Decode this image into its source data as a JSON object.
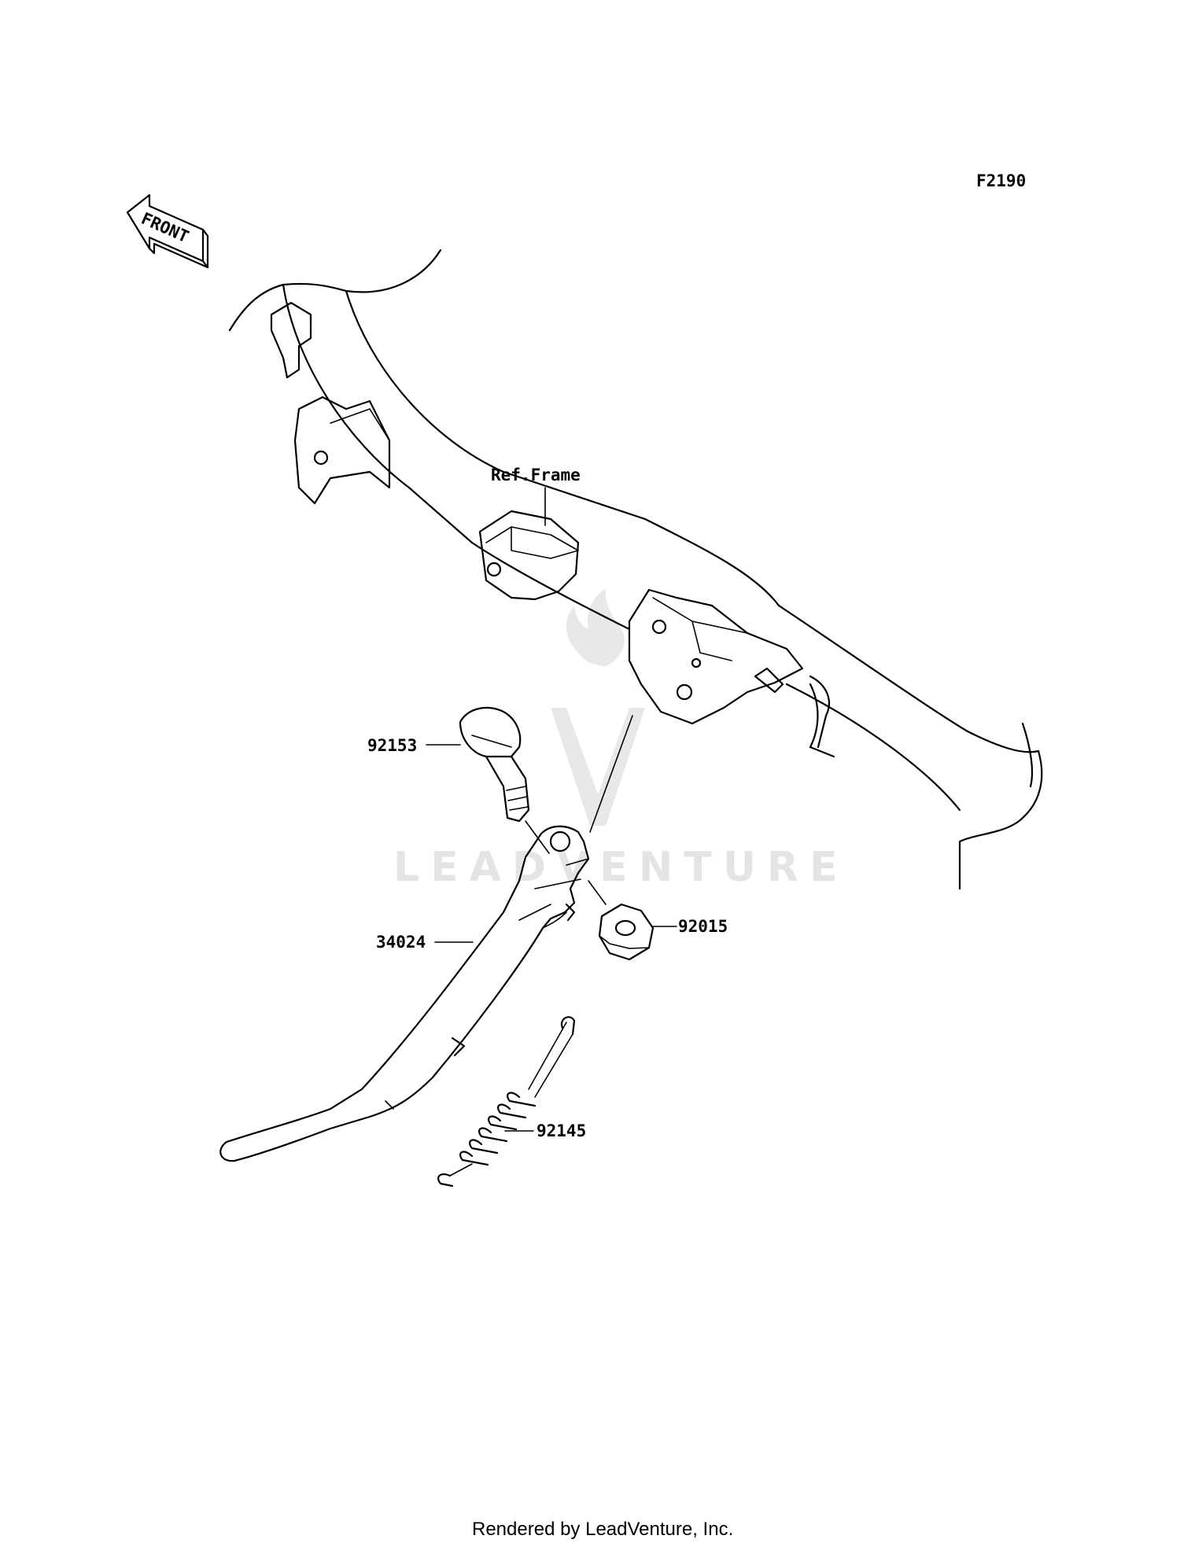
{
  "diagram": {
    "figure_code": "F2190",
    "front_arrow_label": "FRONT",
    "watermark_text": "LEADVENTURE",
    "footer": "Rendered by LeadVenture, Inc."
  },
  "callouts": [
    {
      "id": "ref-frame",
      "label": "Ref.Frame"
    },
    {
      "id": "bolt",
      "label": "92153"
    },
    {
      "id": "nut",
      "label": "92015"
    },
    {
      "id": "stand",
      "label": "34024"
    },
    {
      "id": "spring",
      "label": "92145"
    }
  ]
}
